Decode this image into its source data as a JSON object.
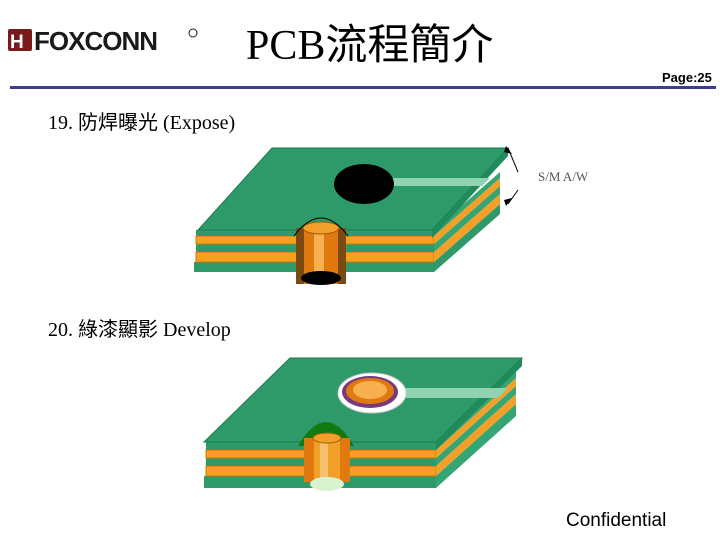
{
  "header": {
    "logo_text": "FOXCONN",
    "title": "PCB流程簡介",
    "page": "Page:25"
  },
  "steps": [
    {
      "label": "19. 防焊曝光 (Expose)"
    },
    {
      "label": "20. 綠漆顯影 Develop"
    }
  ],
  "annotation": {
    "label": "S/M A/W"
  },
  "footer": {
    "text": "Confidential"
  },
  "colors": {
    "solder_mask_green": "#2e9a6a",
    "copper_orange": "#f7a020",
    "copper_barrel": "#e07a10",
    "exposed_green": "#117a11",
    "header_rule": "#3d3d8f"
  }
}
